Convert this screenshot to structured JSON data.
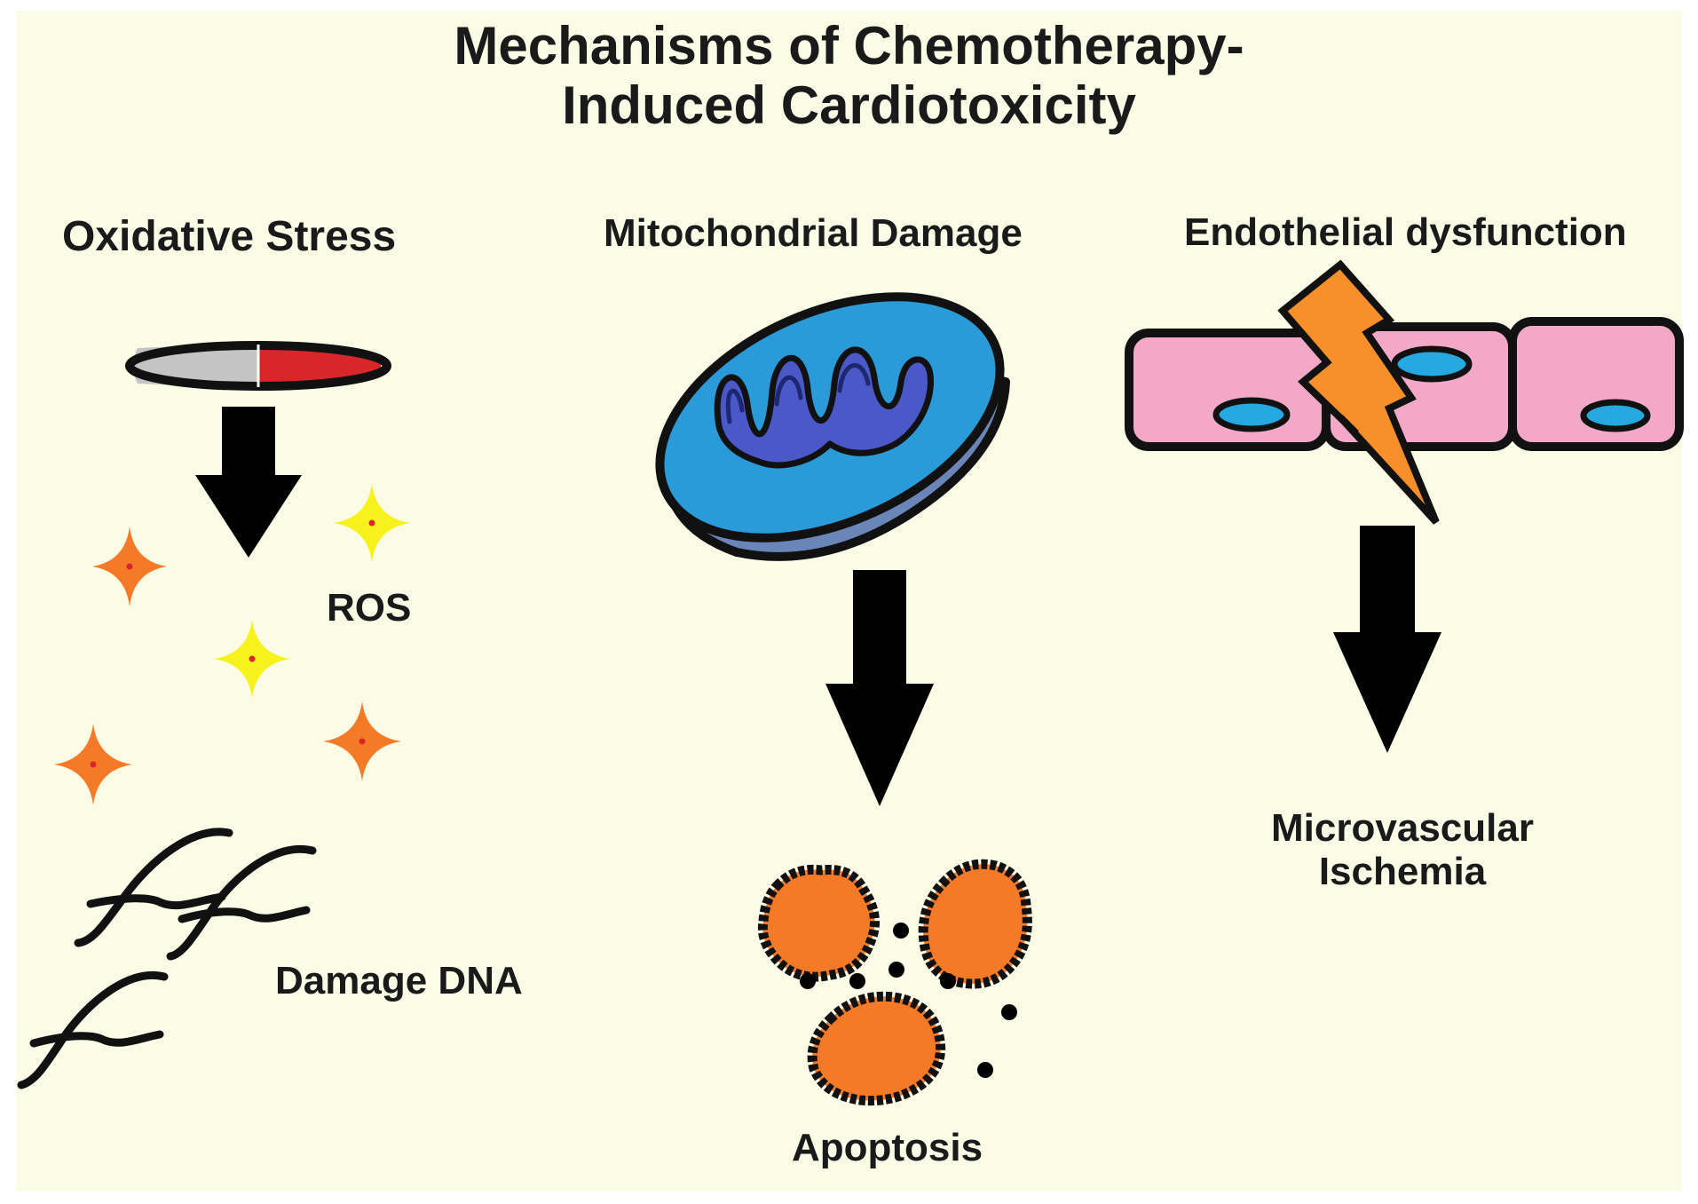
{
  "title": {
    "line1": "Mechanisms of Chemotherapy-",
    "line2": "Induced Cardiotoxicity"
  },
  "columns": {
    "oxidative": {
      "heading": "Oxidative Stress",
      "ros_label": "ROS",
      "dna_label": "Damage DNA"
    },
    "mitochondrial": {
      "heading": "Mitochondrial Damage",
      "result_label": "Apoptosis"
    },
    "endothelial": {
      "heading": "Endothelial dysfunction",
      "result_line1": "Microvascular",
      "result_line2": "Ischemia"
    }
  },
  "colors": {
    "background": "#fafce6",
    "arrow": "#000000",
    "ros_orange": "#f47a28",
    "ros_yellow": "#f7f21c",
    "pill_red": "#d9262b",
    "pill_gray": "#c4c4c4",
    "mito_outer": "#2a9ad8",
    "mito_cristae": "#4a58c8",
    "mito_base": "#6a86b8",
    "cell_pink": "#f4a8c8",
    "nucleus_blue": "#26a8e0",
    "lightning": "#f7902a",
    "apoptotic_body": "#f47a28"
  },
  "icons": [
    "capsule-icon",
    "ros-star-icon",
    "dna-strand-icon",
    "mitochondrion-icon",
    "endothelial-cells-icon",
    "lightning-bolt-icon",
    "apoptotic-body-icon",
    "down-arrow-icon"
  ]
}
